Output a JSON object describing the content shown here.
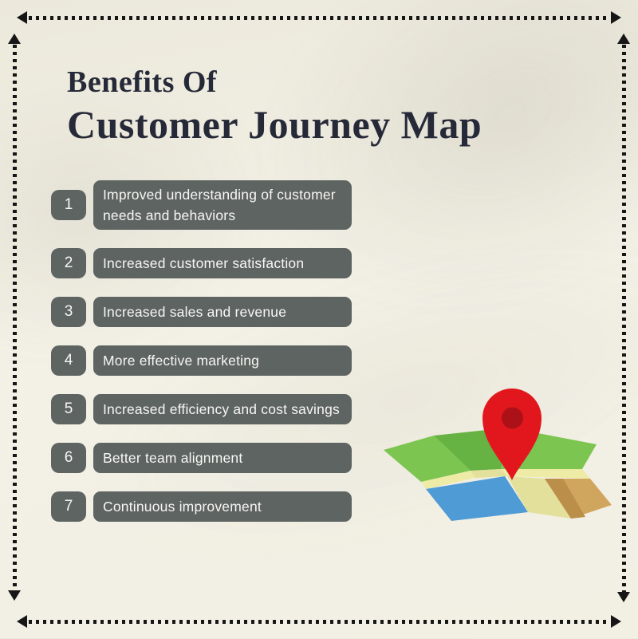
{
  "page": {
    "background_color": "#f2efe4",
    "border_color": "#161616",
    "border_style": "dotted-lines-with-arrowheads"
  },
  "header": {
    "title_line1": "Benefits Of",
    "title_line2": "Customer Journey Map",
    "title_color": "#262a38"
  },
  "benefits": {
    "item_background": "#5e6462",
    "item_text_color": "#f7f7f5",
    "items": [
      {
        "number": "1",
        "label": "Improved understanding of customer needs and behaviors"
      },
      {
        "number": "2",
        "label": "Increased customer satisfaction"
      },
      {
        "number": "3",
        "label": "Increased sales and revenue"
      },
      {
        "number": "4",
        "label": "More effective marketing"
      },
      {
        "number": "5",
        "label": "Increased efficiency and cost savings"
      },
      {
        "number": "6",
        "label": "Better team alignment"
      },
      {
        "number": "7",
        "label": "Continuous improvement"
      }
    ]
  },
  "illustration": {
    "name": "folded-map-with-location-pin",
    "colors": {
      "green_light": "#7cc551",
      "green_dark": "#66b243",
      "road_yellow": "#eeeba6",
      "road_yellow_shaded": "#e3e09c",
      "water_blue": "#4f9bd5",
      "land_tan": "#d0a55e",
      "land_tan_dark": "#bb8e49",
      "pin_red": "#e2171e",
      "pin_inner_red": "#ab1117"
    }
  }
}
